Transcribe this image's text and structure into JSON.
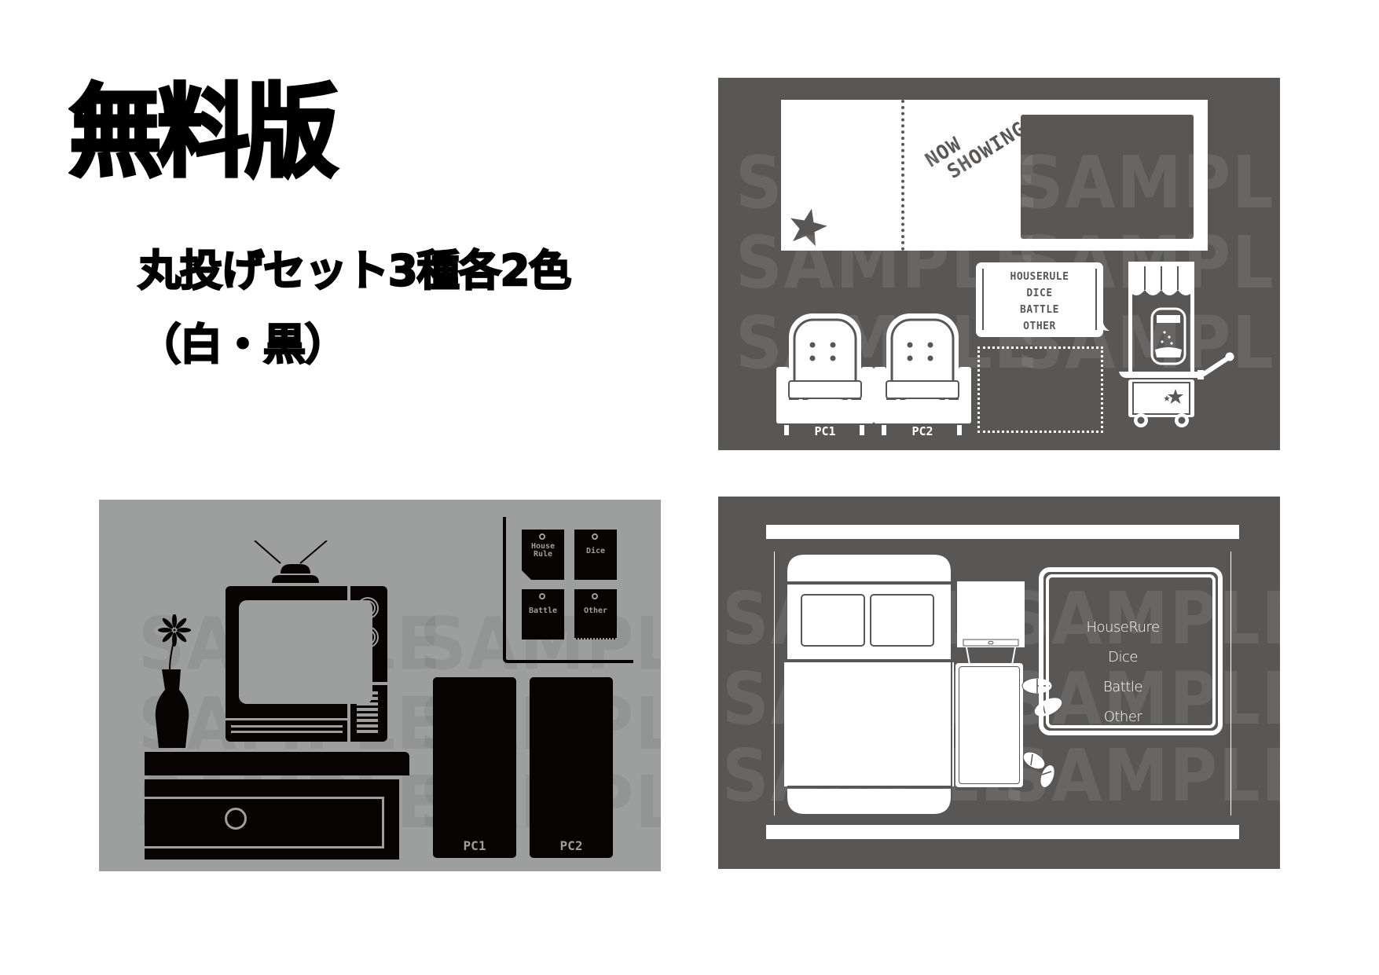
{
  "heading": {
    "title": "無料版",
    "subtitle_line1": "丸投げセット3種各2色",
    "subtitle_line2": "（白・黒）"
  },
  "colors": {
    "panel_dark": "#595755",
    "panel_gray": "#9d9f9e",
    "ink": "#000000",
    "paper": "#ffffff"
  },
  "watermark": "SAMPLE",
  "theater_panel": {
    "banner_text_line1": "NOW",
    "banner_text_line2": "SHOWING",
    "seats": [
      {
        "label": "PC1"
      },
      {
        "label": "PC2"
      }
    ],
    "sign_items": [
      "HOUSERULE",
      "DICE",
      "BATTLE",
      "OTHER"
    ],
    "icons": [
      "star-icon",
      "theater-seat-icon",
      "popcorn-cart-icon",
      "speech-bubble-icon"
    ]
  },
  "living_room_panel": {
    "notes": [
      {
        "label_line1": "House",
        "label_line2": "Rule"
      },
      {
        "label_line1": "Dice",
        "label_line2": ""
      },
      {
        "label_line1": "Battle",
        "label_line2": ""
      },
      {
        "label_line1": "Other",
        "label_line2": ""
      }
    ],
    "character_slots": [
      {
        "label": "PC1"
      },
      {
        "label": "PC2"
      }
    ],
    "icons": [
      "retro-tv-icon",
      "flower-vase-icon",
      "tv-cabinet-icon",
      "memo-board-icon"
    ]
  },
  "bedroom_panel": {
    "menu_items": [
      "HouseRure",
      "Dice",
      "Battle",
      "Other"
    ],
    "icons": [
      "bed-icon",
      "nightstand-icon",
      "slippers-icon",
      "picture-frame-icon"
    ]
  }
}
